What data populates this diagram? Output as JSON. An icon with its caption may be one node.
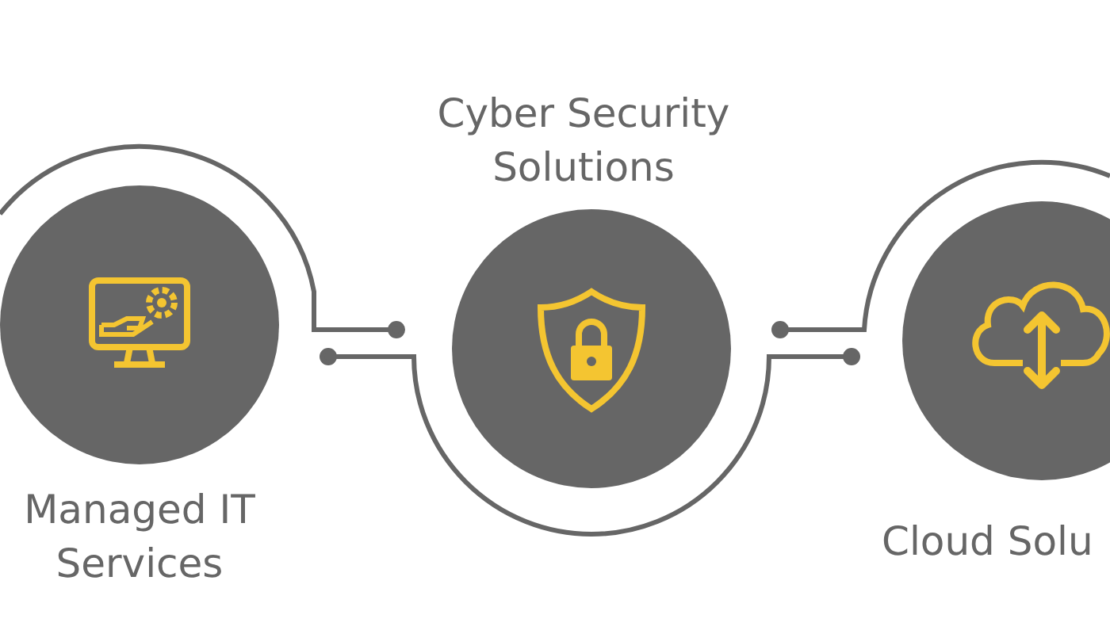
{
  "diagram": {
    "nodes": [
      {
        "text": [
          "Managed IT Services"
        ]
      },
      {
        "text": [
          "Cyber Security Solutions"
        ]
      },
      {
        "text": [
          "Cloud Solu"
        ]
      }
    ]
  }
}
